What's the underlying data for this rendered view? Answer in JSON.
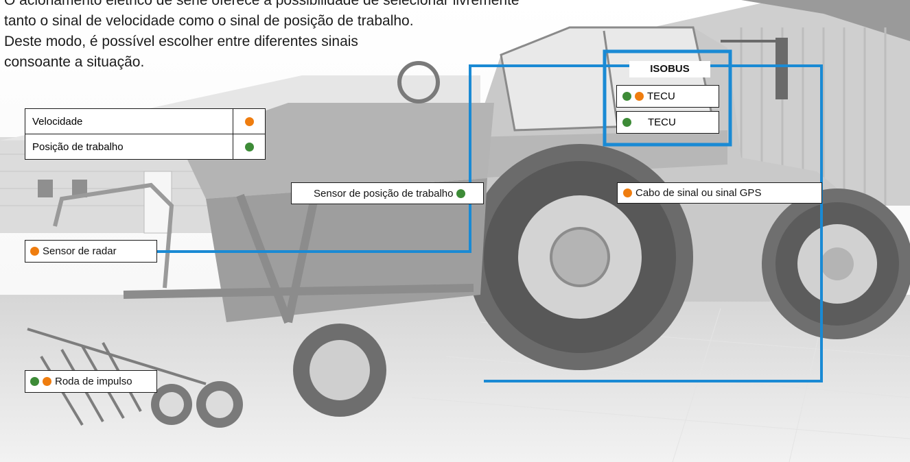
{
  "intro": {
    "line1": "O acionamento elétrico de série oferece a possibilidade de selecionar livremente",
    "line2": "tanto o sinal de velocidade como o sinal de posição de trabalho.",
    "line3": "Deste modo, é possível escolher entre diferentes sinais",
    "line4": "consoante a situação."
  },
  "legend": {
    "speed": "Velocidade",
    "work_position": "Posição de trabalho"
  },
  "isobus": {
    "title": "ISOBUS",
    "tecu_top": "TECU",
    "tecu_bottom": "TECU"
  },
  "labels": {
    "work_position_sensor": "Sensor de posição de trabalho",
    "signal_cable": "Cabo de sinal ou sinal GPS",
    "radar_sensor": "Sensor de radar",
    "impulse_wheel": "Roda de impulso"
  },
  "colors": {
    "green": "#3d8b37",
    "orange": "#ef7d0f",
    "frame_blue": "#1a8ad4"
  }
}
